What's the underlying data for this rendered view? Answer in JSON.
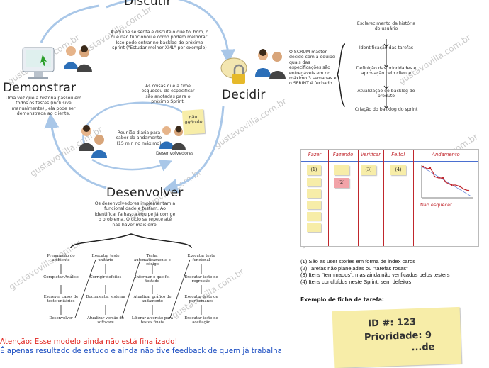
{
  "watermark": "gustavovilla.com.br",
  "cycle": {
    "discutir": {
      "title": "Discutir",
      "text": "A equipe se senta e discute o que foi bom, o que não funcionou e como podem melhorar. Isso pode entrar no backlog do próximo sprint (\"Estudar melhor XML\" por exemplo)"
    },
    "decidir": {
      "title": "Decidir",
      "text": "O SCRUM master decide com a equipe quais das especificações são entregáveis em no máximo 3 semanas e o SPRINT é fechado"
    },
    "demonstrar": {
      "title": "Demonstrar",
      "text": "Uma vez que a história passou em todos os testes (inclusive manualmente) , ela pode ser demonstrada ao cliente."
    },
    "desenvolver": {
      "title": "Desenvolver",
      "text": "Os desenvolvedores implementam a funcionalidade e testam. Ao identificar falhas, a equipe já corrige o problema. O ciclo se repete até não haver mais erro."
    },
    "daily": {
      "text": "Reunião diária para saber do andamento (15 min no máximo)",
      "team_label": "Desenvolvedores",
      "note": "não definido"
    },
    "forgot_text": "As coisas que a time esqueceu de especificar são anotadas para o próximo Sprint."
  },
  "decidir_steps": [
    "Esclarecimento da história do usuário",
    "Identificação das tarefas",
    "Definição das prioridades e aprovação pelo cliente",
    "Atualização do backlog do produto",
    "Criação do backlog do sprint"
  ],
  "board": {
    "columns": [
      "Fazer",
      "Fazendo",
      "Verificar",
      "Feito!",
      "Andamento"
    ],
    "cards": [
      "(1)",
      "(2)",
      "(3)",
      "(4)"
    ],
    "burndown_note": "Não esquecer"
  },
  "legend": [
    "(1) São as user stories em forma de index cards",
    "(2) Tarefas não planejadas ou \"tarefas rosas\"",
    "(3) Itens \"terminados\", mas ainda não verificados pelos testers",
    "(4) Itens concluídos neste Sprint, sem defeitos"
  ],
  "task_card": {
    "heading": "Exemplo de ficha de tarefa:",
    "id_line": "ID #: 123",
    "priority_line": "Prioridade: 9",
    "partial_line": "...de"
  },
  "flow_columns": [
    [
      "Preparação do ambiente",
      "Completar Análise",
      "Escrever casos de teste unitários",
      "Desenvolver"
    ],
    [
      "Executar teste unitário",
      "Corrigir defeitos",
      "Documentar sistema",
      "Atualizar versão do software"
    ],
    [
      "Testar automaticamente o código",
      "Informar o que foi testado",
      "Atualizar gráfico de andamento",
      "Liberar a versão para testes finais"
    ],
    [
      "Executar teste funcional",
      "Executar teste de regressão",
      "Executar teste de performance",
      "Executar teste de aceitação"
    ]
  ],
  "attention": {
    "line1": "Atenção: Esse modelo ainda não está finalizado!",
    "line2": "É apenas resultado de estudo e ainda não tive feedback de quem já trabalha"
  },
  "colors": {
    "arrow": "#a9c7e8",
    "red": "#c0262c",
    "note": "#f7eda8",
    "pink": "#f2a3a8",
    "blue_text": "#1d4fc2"
  }
}
